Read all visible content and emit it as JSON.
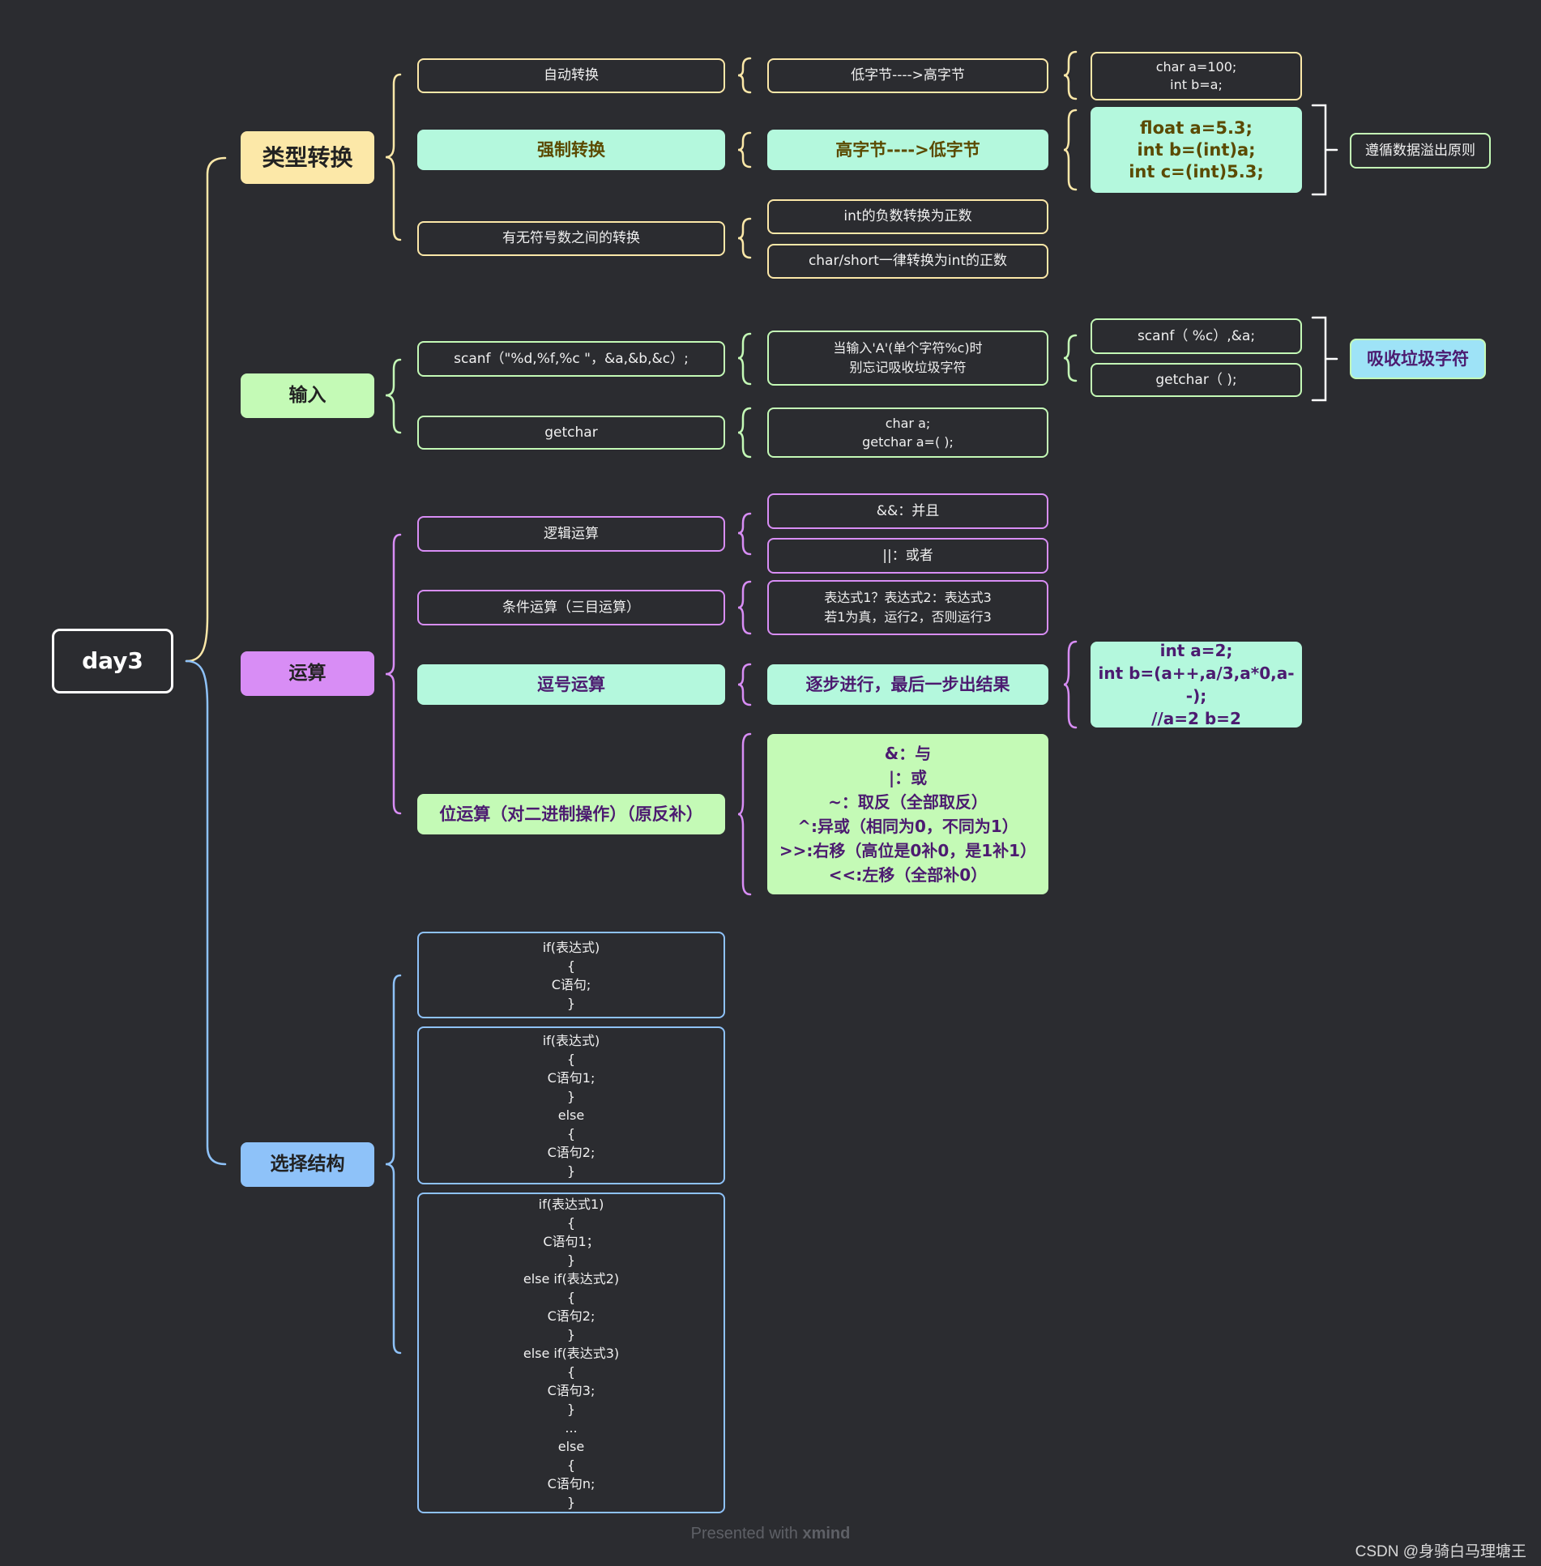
{
  "root": "day3",
  "colors": {
    "yellow": "#fce8a8",
    "green": "#c4fab6",
    "purple": "#d88df5",
    "blue": "#8ec2f9",
    "mint": "#b4f8dd",
    "mint_text": "#5b4a00",
    "purple_text": "#4c1b70",
    "light_blue": "#9ee3f7"
  },
  "branches": {
    "type_conversion": {
      "label": "类型转换",
      "auto": {
        "label": "自动转换",
        "desc": "低字节---->高字节",
        "code": "char a=100;\nint b=a;"
      },
      "forced": {
        "label": "强制转换",
        "desc": "高字节---->低字节",
        "code": "float a=5.3;\nint  b=(int)a;\nint  c=(int)5.3;",
        "note": "遵循数据溢出原则"
      },
      "signed": {
        "label": "有无符号数之间的转换",
        "item1": "int的负数转换为正数",
        "item2": "char/short一律转换为int的正数"
      }
    },
    "input": {
      "label": "输入",
      "scanf": {
        "label": "scanf（\"%d,%f,%c   \"，&a,&b,&c）;",
        "desc": "当输入'A'(单个字符%c)时\n别忘记吸收垃圾字符",
        "fix1": "scanf（    %c）,&a;",
        "fix2": "getchar（ );",
        "note": "吸收垃圾字符"
      },
      "getchar": {
        "label": "getchar",
        "code": "char a;\ngetchar  a=( );"
      }
    },
    "operation": {
      "label": "运算",
      "logic": {
        "label": "逻辑运算",
        "and": "&&：并且",
        "or": "||：或者"
      },
      "conditional": {
        "label": "条件运算（三目运算）",
        "desc": "表达式1？表达式2：表达式3\n若1为真，运行2，否则运行3"
      },
      "comma": {
        "label": "逗号运算",
        "desc": "逐步进行，最后一步出结果",
        "code": "int a=2;\nint b=(a++,a/3,a*0,a--);\n//a=2    b=2"
      },
      "bitwise": {
        "label": "位运算（对二进制操作）（原反补）",
        "desc": "&：与\n|：或\n~：取反（全部取反）\n^:异或（相同为0，不同为1）\n>>:右移（高位是0补0，是1补1）\n<<:左移（全部补0）"
      }
    },
    "selection": {
      "label": "选择结构",
      "if1": "if(表达式)\n{\nC语句;\n}",
      "if2": "if(表达式)\n{\nC语句1;\n}\nelse\n{\nC语句2;\n}",
      "if3": "if(表达式1)\n{\nC语句1；\n}\nelse if(表达式2)\n{\nC语句2;\n}\nelse if(表达式3)\n{\nC语句3;\n}\n...\nelse\n{\nC语句n;\n}"
    }
  },
  "footer": {
    "presented": "Presented with ",
    "brand": "xmind",
    "credit": "CSDN @身骑白马理塘王"
  }
}
